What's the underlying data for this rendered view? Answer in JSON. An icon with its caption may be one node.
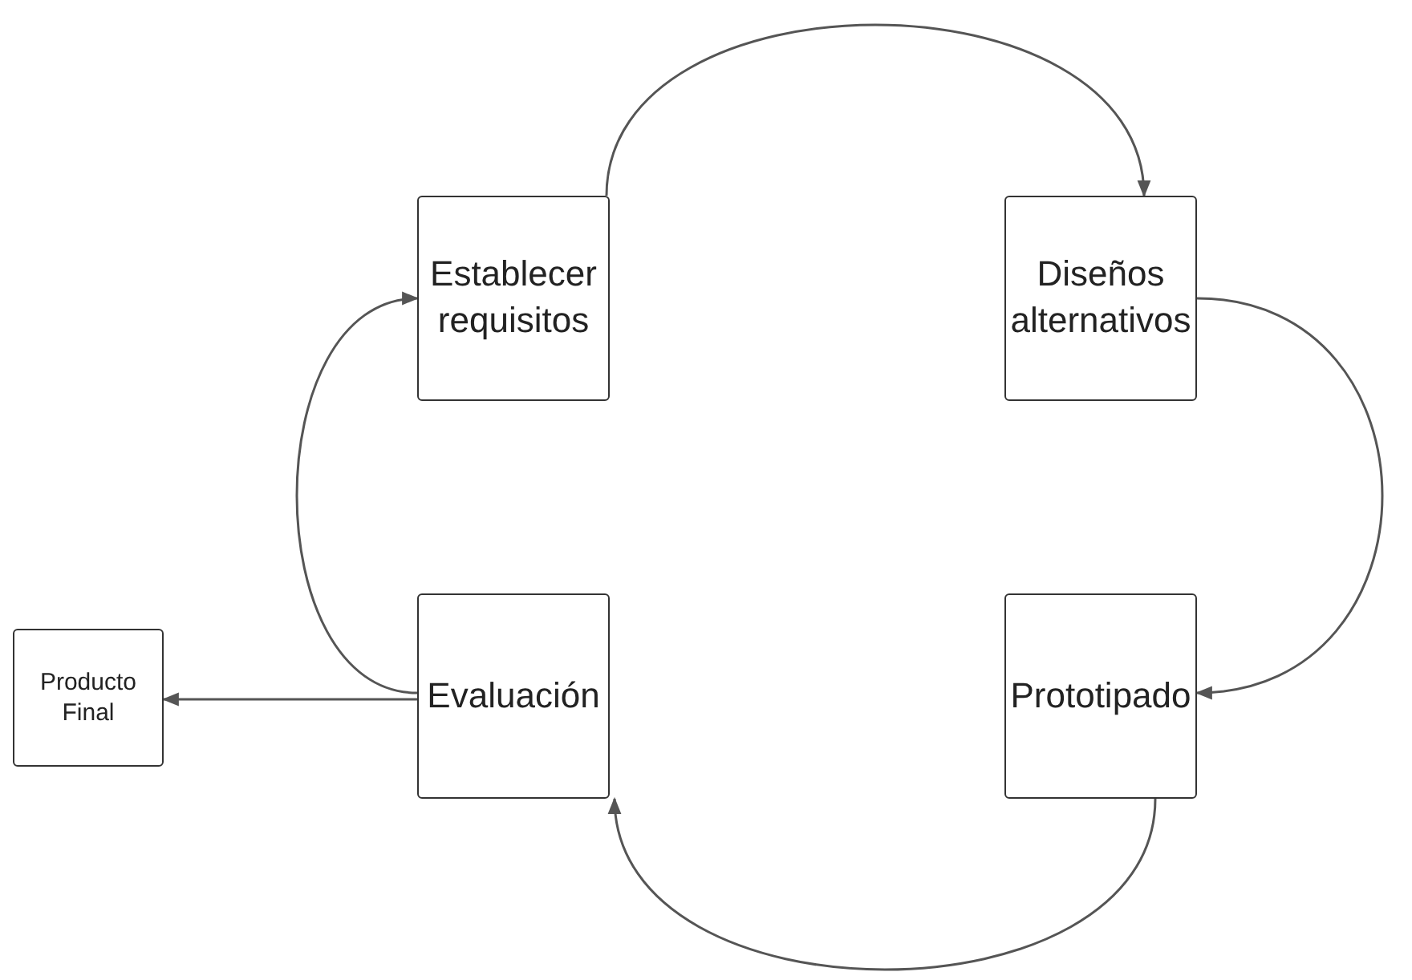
{
  "diagram": {
    "nodes": [
      {
        "text": [
          "Establecer requisitos"
        ]
      },
      {
        "text": [
          "Diseños alternativos"
        ]
      },
      {
        "text": [
          "Evaluación"
        ]
      },
      {
        "text": [
          "Prototipado"
        ]
      },
      {
        "text": [
          "Producto Final"
        ]
      }
    ],
    "edges": [
      {
        "from": 0,
        "to": 1,
        "arrow": "to"
      },
      {
        "from": 1,
        "to": 3,
        "arrow": "to"
      },
      {
        "from": 3,
        "to": 2,
        "arrow": "to"
      },
      {
        "from": 2,
        "to": 0,
        "arrow": "to"
      },
      {
        "from": 2,
        "to": 4,
        "arrow": "to"
      }
    ]
  }
}
